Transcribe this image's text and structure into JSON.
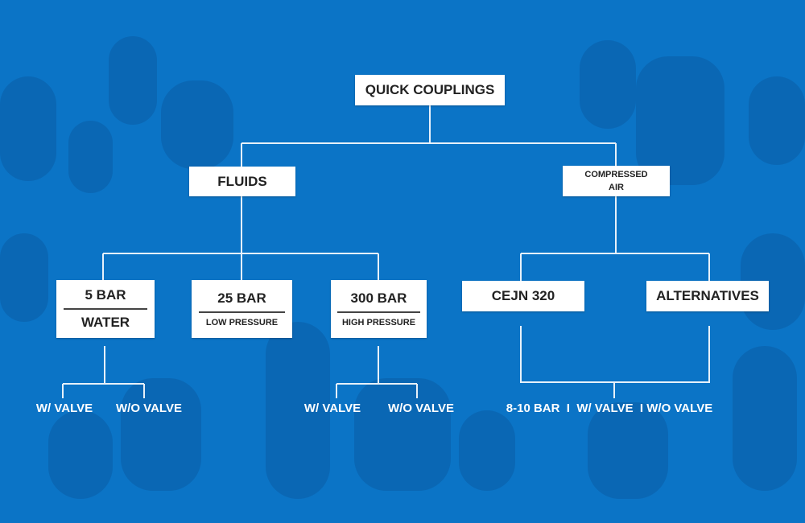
{
  "root": "QUICK COUPLINGS",
  "fluids": {
    "label": "FLUIDS",
    "children": [
      {
        "title": "5 BAR",
        "subtitle": "WATER",
        "leaves": [
          "W/ VALVE",
          "W/O VALVE"
        ]
      },
      {
        "title": "25 BAR",
        "subtitle": "LOW PRESSURE",
        "leaves": []
      },
      {
        "title": "300 BAR",
        "subtitle": "HIGH PRESSURE",
        "leaves": [
          "W/ VALVE",
          "W/O VALVE"
        ]
      }
    ]
  },
  "air": {
    "label_line1": "COMPRESSED",
    "label_line2": "AIR",
    "children": [
      {
        "title": "CEJN 320"
      },
      {
        "title": "ALTERNATIVES"
      }
    ],
    "shared_leaf": "8-10 BAR  I  W/ VALVE  I W/O VALVE"
  },
  "colors": {
    "background": "#0b74c6",
    "box": "#ffffff",
    "line": "#ffffff"
  }
}
